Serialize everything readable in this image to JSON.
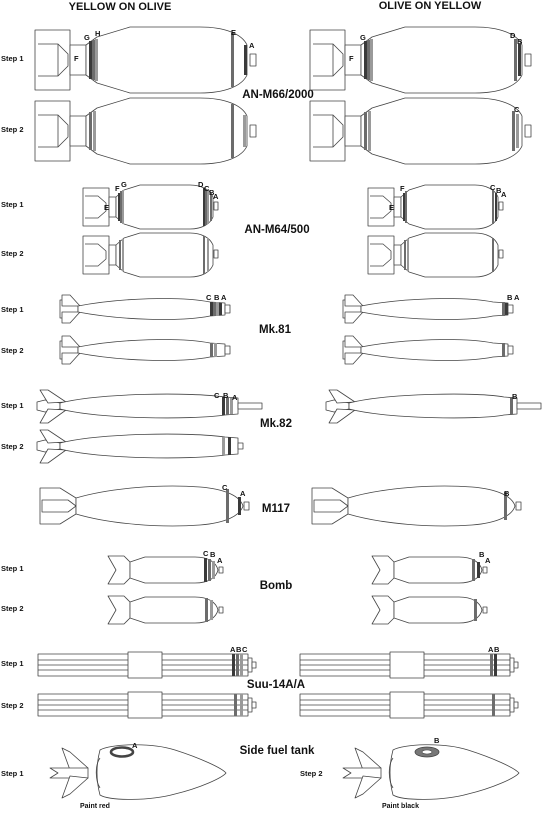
{
  "columns": {
    "left": "YELLOW ON OLIVE",
    "right": "OLIVE ON YELLOW"
  },
  "step_labels": {
    "step1": "Step 1",
    "step2": "Step 2"
  },
  "sections": [
    {
      "id": "an-m66",
      "name": "AN-M66/2000",
      "markers": {
        "left_step1": [
          "G",
          "H",
          "F",
          "E",
          "A"
        ],
        "right_step1": [
          "G",
          "F",
          "D",
          "B"
        ],
        "right_step2": [
          "C"
        ]
      }
    },
    {
      "id": "an-m64",
      "name": "AN-M64/500",
      "markers": {
        "left_step1": [
          "F",
          "G",
          "E",
          "D",
          "C",
          "B",
          "A"
        ],
        "right_step1": [
          "F",
          "E",
          "C",
          "B",
          "A"
        ]
      }
    },
    {
      "id": "mk81",
      "name": "Mk.81",
      "markers": {
        "left_step1": [
          "C",
          "B",
          "A"
        ],
        "right_step1": [
          "B",
          "A"
        ]
      }
    },
    {
      "id": "mk82",
      "name": "Mk.82",
      "markers": {
        "left_step1": [
          "C",
          "B",
          "A"
        ],
        "right_step1": [
          "B"
        ]
      }
    },
    {
      "id": "m117",
      "name": "M117",
      "markers": {
        "left_step1": [
          "C",
          "A"
        ],
        "right_step1": [
          "B"
        ]
      }
    },
    {
      "id": "bomb",
      "name": "Bomb",
      "markers": {
        "left_step1": [
          "C",
          "B",
          "A"
        ],
        "right_step1": [
          "B",
          "A"
        ]
      }
    },
    {
      "id": "suu14",
      "name": "Suu-14A/A",
      "markers": {
        "left_step1": [
          "A",
          "B",
          "C"
        ],
        "right_step1": [
          "A",
          "B"
        ]
      }
    },
    {
      "id": "fuel-tank",
      "name": "Side fuel tank",
      "markers": {
        "left_step1": [
          "A"
        ],
        "right_step2": [
          "B"
        ]
      }
    }
  ],
  "fuel_tank_notes": {
    "left": "Paint red",
    "right": "Paint black"
  }
}
